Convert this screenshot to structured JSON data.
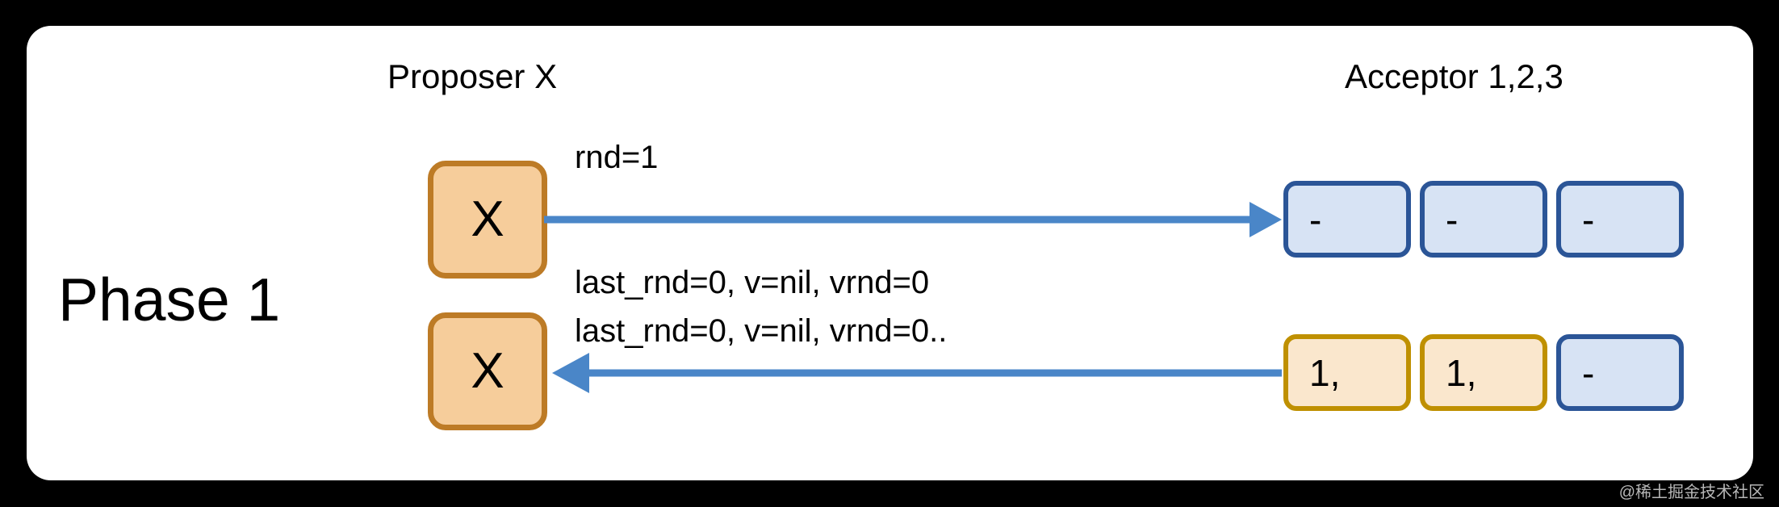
{
  "canvas": {
    "background_color": "#000000",
    "card_color": "#ffffff"
  },
  "headers": {
    "proposer": "Proposer X",
    "acceptor": "Acceptor 1,2,3"
  },
  "phase": {
    "label": "Phase 1"
  },
  "proposer": {
    "top_box_label": "X",
    "bottom_box_label": "X",
    "fill_color": "#F6CD9B",
    "border_color": "#BD7B26"
  },
  "acceptors": {
    "top_row": [
      {
        "label": "-",
        "style": "blue"
      },
      {
        "label": "-",
        "style": "blue"
      },
      {
        "label": "-",
        "style": "blue"
      }
    ],
    "bottom_row": [
      {
        "label": "1,",
        "style": "tan"
      },
      {
        "label": "1,",
        "style": "tan"
      },
      {
        "label": "-",
        "style": "blue"
      }
    ],
    "blue_fill": "#D7E3F4",
    "blue_border": "#2B5597",
    "tan_fill": "#FAE7CD",
    "tan_border": "#BF9000"
  },
  "messages": {
    "request_label": "rnd=1",
    "reply_line_1": "last_rnd=0, v=nil, vrnd=0",
    "reply_line_2": "last_rnd=0, v=nil, vrnd=0..",
    "arrow_color": "#4A86C8"
  },
  "watermark": {
    "text": "@稀土掘金技术社区"
  }
}
